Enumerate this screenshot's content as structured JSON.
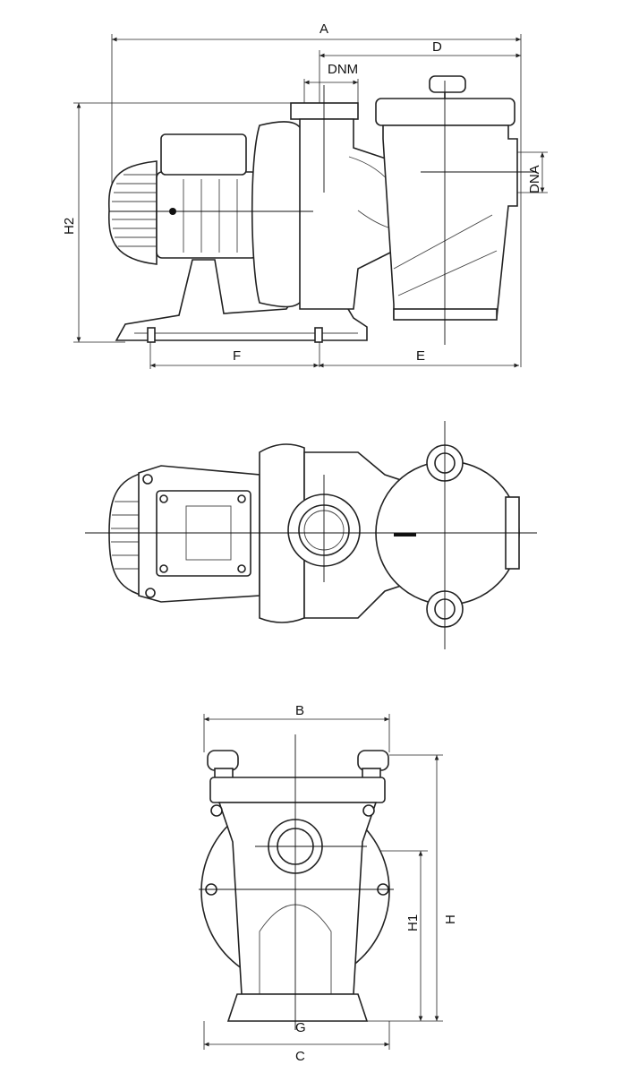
{
  "dimensions": {
    "A": "A",
    "D": "D",
    "DNM": "DNM",
    "DNA": "DNA",
    "H2": "H2",
    "F": "F",
    "E": "E",
    "B": "B",
    "H1": "H1",
    "H": "H",
    "G": "G",
    "C": "C"
  }
}
